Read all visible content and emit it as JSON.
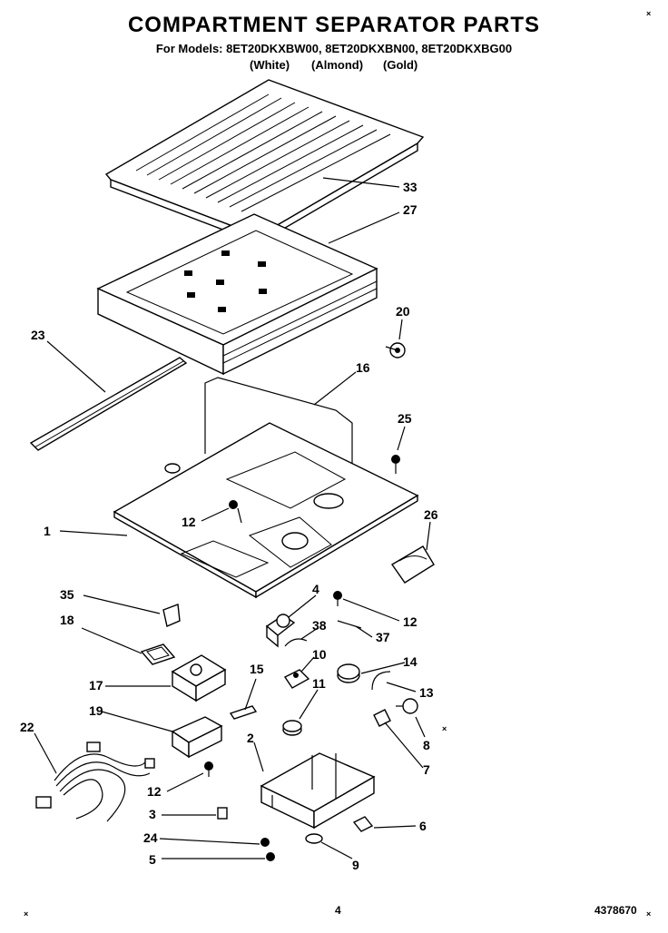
{
  "header": {
    "title": "COMPARTMENT SEPARATOR PARTS",
    "models": "For Models: 8ET20DKXBW00, 8ET20DKXBN00, 8ET20DKXBG00",
    "color_white": "(White)",
    "color_almond": "(Almond)",
    "color_gold": "(Gold)"
  },
  "footer": {
    "page_number": "4",
    "doc_number": "4378670"
  },
  "part_labels": {
    "p33": "33",
    "p27": "27",
    "p20": "20",
    "p23": "23",
    "p16": "16",
    "p25": "25",
    "p1": "1",
    "p12a": "12",
    "p26": "26",
    "p35": "35",
    "p4": "4",
    "p12b": "12",
    "p18": "18",
    "p38": "38",
    "p37": "37",
    "p10": "10",
    "p14": "14",
    "p17": "17",
    "p15": "15",
    "p11": "11",
    "p13": "13",
    "p19": "19",
    "p22": "22",
    "p2": "2",
    "p8": "8",
    "p7": "7",
    "p12c": "12",
    "p3": "3",
    "p6": "6",
    "p24": "24",
    "p5": "5",
    "p9": "9"
  },
  "marks": {
    "corner": "×"
  }
}
